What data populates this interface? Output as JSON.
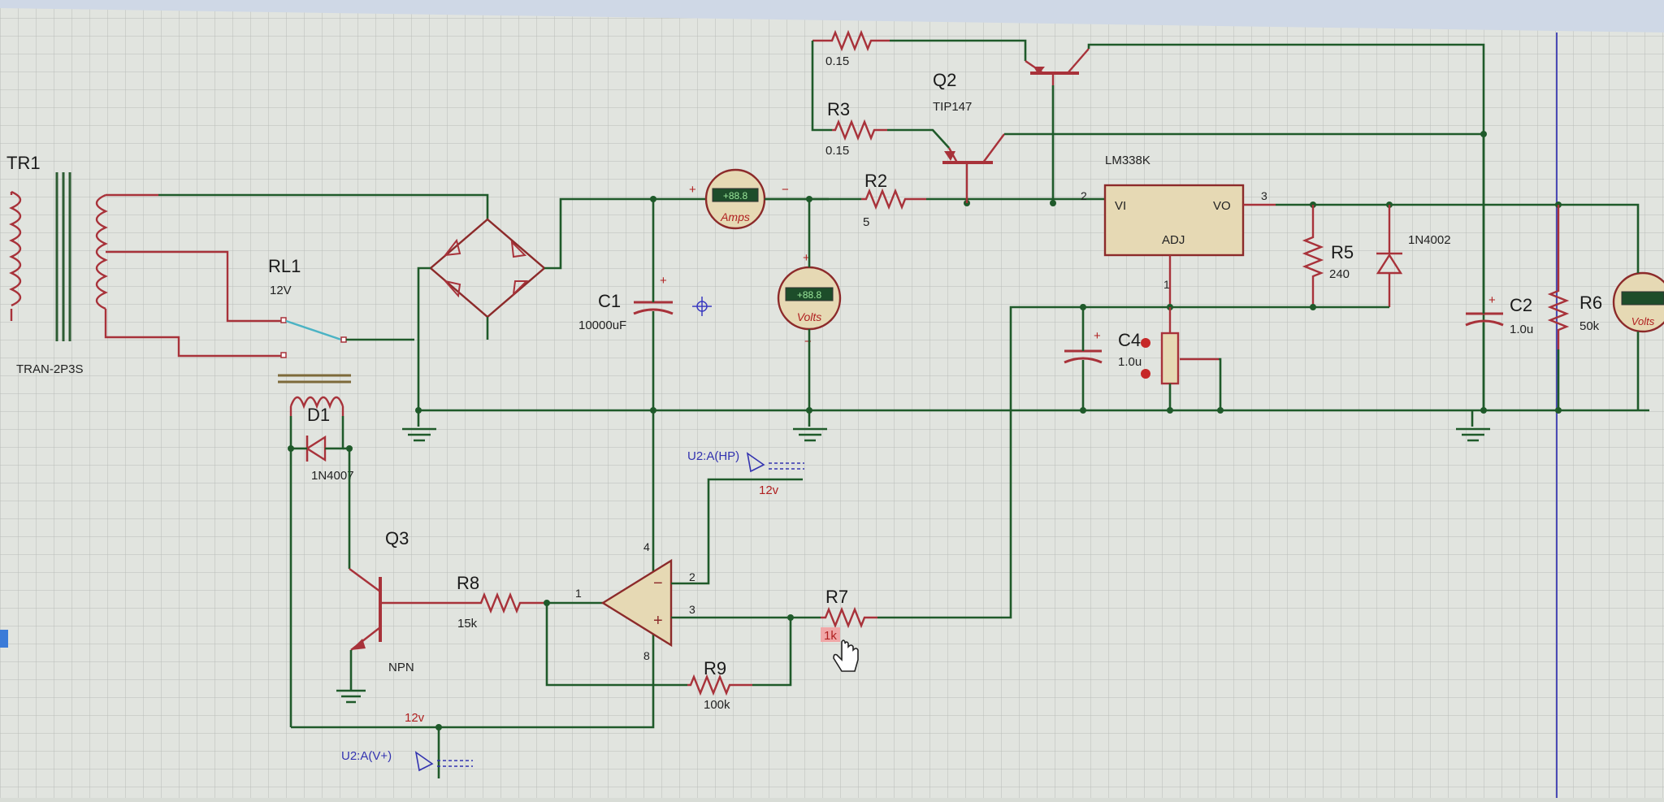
{
  "labels": {
    "tr1": "TR1",
    "tr1_model": "TRAN-2P3S",
    "rl1": "RL1",
    "rl1_value": "12V",
    "d1": "D1",
    "d1_model": "1N4007",
    "q3": "Q3",
    "q3_type": "NPN",
    "r8": "R8",
    "r8_value": "15k",
    "c1": "C1",
    "c1_value": "10000uF",
    "amps_meter": "Amps",
    "amps_reading": "+88.8",
    "volts_meter": "Volts",
    "volts_reading": "+88.8",
    "r1_value": "0.15",
    "r3": "R3",
    "r3_value": "0.15",
    "q2": "Q2",
    "q2_model": "TIP147",
    "r2": "R2",
    "r2_value": "5",
    "lm338k": "LM338K",
    "vi": "VI",
    "vo": "VO",
    "adj": "ADJ",
    "pin2_reg": "2",
    "pin3_reg": "3",
    "pin1_reg": "1",
    "r5": "R5",
    "r5_value": "240",
    "d2_model": "1N4002",
    "c4": "C4",
    "c4_value": "1.0u",
    "c2": "C2",
    "c2_value": "1.0u",
    "r6": "R6",
    "r6_value": "50k",
    "volts_meter2": "Volts",
    "u2_hp": "U2:A(HP)",
    "u2_hp_v": "12v",
    "u2_vplus": "U2:A(V+)",
    "u2_vplus_v": "12v",
    "r7": "R7",
    "r7_value": "1k",
    "r9": "R9",
    "r9_value": "100k",
    "op_pin1": "1",
    "op_pin2": "2",
    "op_pin3": "3",
    "op_pin4": "4",
    "op_pin8": "8",
    "plus": "+",
    "minus": "−"
  }
}
